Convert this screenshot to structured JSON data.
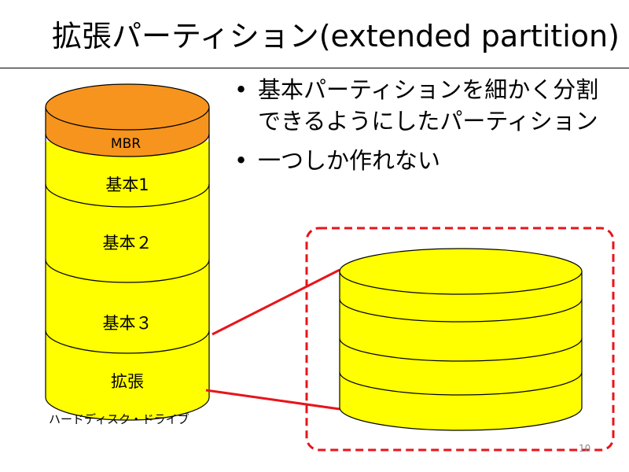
{
  "slide": {
    "title": "拡張パーティション(extended partition)",
    "bullets": [
      "基本パーティションを細かく分割できるようにしたパーティション",
      "一つしか作れない"
    ],
    "disk": {
      "caption": "ハードディスク・ドライブ",
      "partitions": [
        "MBR",
        "基本1",
        "基本２",
        "基本３",
        "拡張"
      ]
    },
    "page_number": "10"
  },
  "colors": {
    "mbr": "#f7941d",
    "partition": "#ffff00",
    "outline": "#000000",
    "connector": "#e8141b",
    "dashed_box": "#e8141b"
  }
}
